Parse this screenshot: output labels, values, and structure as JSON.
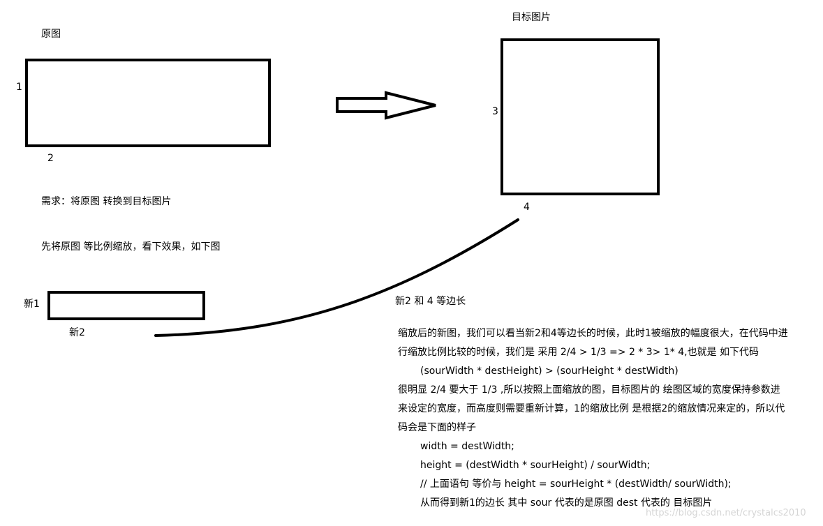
{
  "labels": {
    "original_title": "原图",
    "target_title": "目标图片",
    "side_1": "1",
    "side_2": "2",
    "side_3": "3",
    "side_4": "4",
    "new_1": "新1",
    "new_2": "新2"
  },
  "notes": {
    "requirement": "需求：将原图 转换到目标图片",
    "step": "先将原图 等比例缩放，看下效果，如下图",
    "equal_sides": "新2 和 4 等边长"
  },
  "explanation": {
    "line1": "缩放后的新图，我们可以看当新2和4等边长的时候，此时1被缩放的幅度很大，在代码中进",
    "line2": "行缩放比例比较的时候，我们是 采用 2/4 > 1/3  =>  2 * 3> 1* 4,也就是 如下代码",
    "code_compare": "(sourWidth * destHeight) > (sourHeight * destWidth)",
    "line3": "很明显 2/4 要大于 1/3 ,所以按照上面缩放的图，目标图片的 绘图区域的宽度保持参数进",
    "line4": "来设定的宽度，而高度则需要重新计算，1的缩放比例 是根据2的缩放情况来定的，所以代",
    "line5": "码会是下面的样子",
    "code_width": "width = destWidth;",
    "code_height": "height = (destWidth * sourHeight) / sourWidth;",
    "code_comment": "// 上面语句 等价与 height = sourHeight * (destWidth/ sourWidth);",
    "conclusion": "从而得到新1的边长 其中 sour 代表的是原图  dest 代表的 目标图片"
  },
  "watermark": "https://blog.csdn.net/crystalcs2010"
}
